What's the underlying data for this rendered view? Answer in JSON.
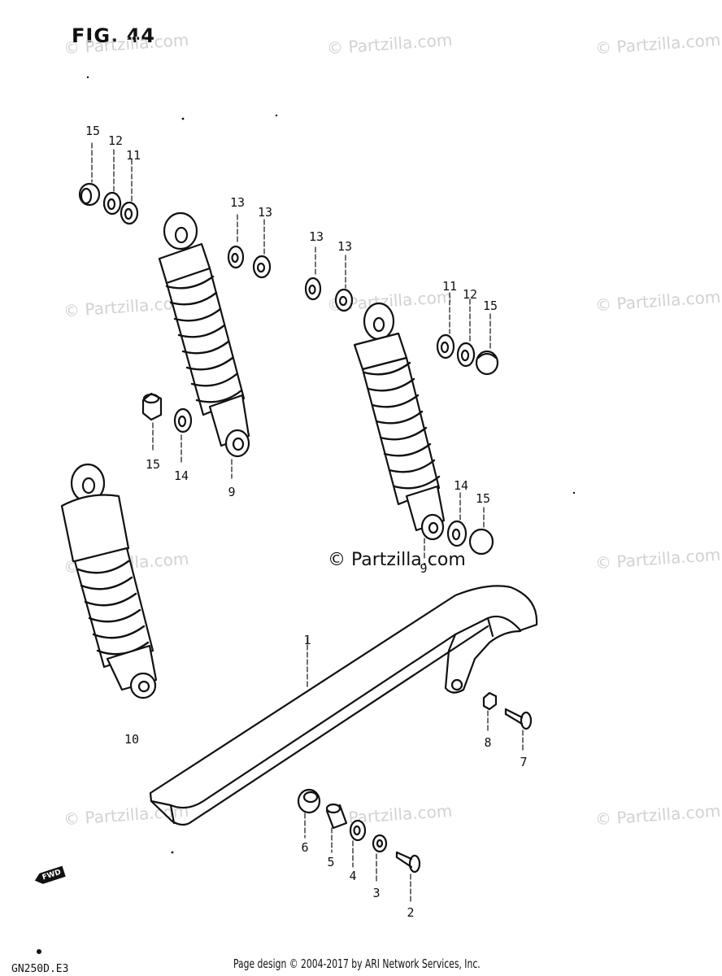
{
  "figure": {
    "title": "FIG. 44",
    "model_code": "GN250D.E3",
    "direction_marker": "FWD",
    "watermark": "© Partzilla.com",
    "center_watermark": "© Partzilla.com",
    "footer": "Page design © 2004-2017 by ARI Network Services, Inc."
  },
  "part_labels": [
    {
      "id": "p15a",
      "text": "15"
    },
    {
      "id": "p12a",
      "text": "12"
    },
    {
      "id": "p11a",
      "text": "11"
    },
    {
      "id": "p13a",
      "text": "13"
    },
    {
      "id": "p13b",
      "text": "13"
    },
    {
      "id": "p13c",
      "text": "13"
    },
    {
      "id": "p13d",
      "text": "13"
    },
    {
      "id": "p11b",
      "text": "11"
    },
    {
      "id": "p12b",
      "text": "12"
    },
    {
      "id": "p15b",
      "text": "15"
    },
    {
      "id": "p15c",
      "text": "15"
    },
    {
      "id": "p14a",
      "text": "14"
    },
    {
      "id": "p9a",
      "text": "9"
    },
    {
      "id": "p14b",
      "text": "14"
    },
    {
      "id": "p15d",
      "text": "15"
    },
    {
      "id": "p9b",
      "text": "9"
    },
    {
      "id": "p1",
      "text": "1"
    },
    {
      "id": "p10",
      "text": "10"
    },
    {
      "id": "p8",
      "text": "8"
    },
    {
      "id": "p7",
      "text": "7"
    },
    {
      "id": "p6",
      "text": "6"
    },
    {
      "id": "p5",
      "text": "5"
    },
    {
      "id": "p4",
      "text": "4"
    },
    {
      "id": "p3",
      "text": "3"
    },
    {
      "id": "p2",
      "text": "2"
    }
  ]
}
